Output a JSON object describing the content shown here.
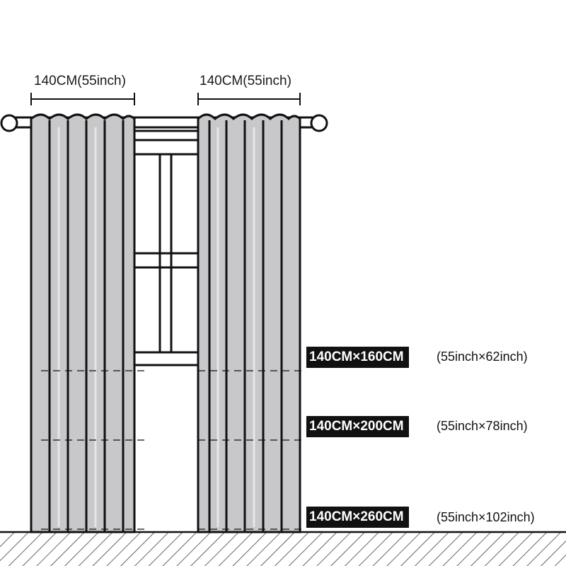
{
  "width_labels": [
    "140CM(55inch)",
    "140CM(55inch)"
  ],
  "sizes": [
    {
      "cm": "140CM×160CM",
      "inch": "(55inch×62inch)"
    },
    {
      "cm": "140CM×200CM",
      "inch": "(55inch×78inch)"
    },
    {
      "cm": "140CM×260CM",
      "inch": "(55inch×102inch)"
    }
  ],
  "colors": {
    "curtain": "#c8c8ca",
    "outline": "#111111",
    "tag_bg": "#111111",
    "tag_text": "#ffffff"
  }
}
